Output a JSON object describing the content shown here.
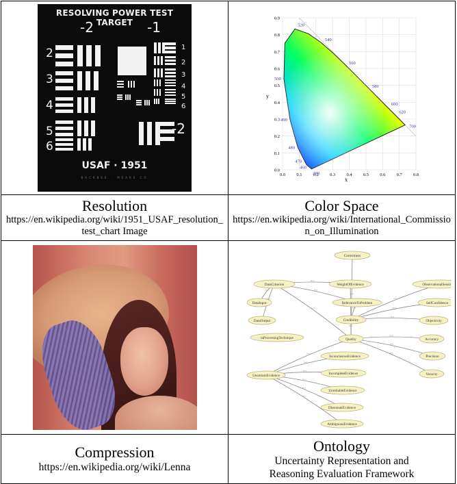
{
  "cells": [
    {
      "title": "Resolution",
      "url": "https://en.wikipedia.org/wiki/1951_USAF_resolution_test_chart Image"
    },
    {
      "title": "Color Space",
      "url": "https://en.wikipedia.org/wiki/International_Commission_on_Illumination"
    },
    {
      "title": "Compression",
      "url": "https://en.wikipedia.org/wiki/Lenna"
    },
    {
      "title": "Ontology",
      "url": "Uncertainty Representation and Reasoning Evaluation Framework"
    }
  ],
  "usaf": {
    "heading": "RESOLVING POWER TEST TARGET",
    "group_left": "-2",
    "group_right": "-1",
    "group_low": "-2",
    "left_numbers": [
      "2",
      "3",
      "4",
      "5",
      "6"
    ],
    "right_numbers": [
      "1",
      "2",
      "3",
      "4",
      "5",
      "6"
    ],
    "footer": "USAF · 1951",
    "maker": "BUCKBEE · MEARS CO"
  },
  "cie": {
    "y_ticks": [
      "0.0",
      "0.1",
      "0.2",
      "0.3",
      "0.4",
      "0.5",
      "0.6",
      "0.7",
      "0.8",
      "0.9"
    ],
    "x_ticks": [
      "0.0",
      "0.1",
      "0.2",
      "0.3",
      "0.4",
      "0.5",
      "0.6",
      "0.7",
      "0.8"
    ],
    "xlabel": "x",
    "ylabel": "y",
    "wavelengths": [
      "520",
      "540",
      "560",
      "580",
      "600",
      "620",
      "700",
      "500",
      "490",
      "480",
      "470",
      "460",
      "380"
    ]
  },
  "ontology": {
    "nodes": [
      "Correctness",
      "DataCriterion",
      "WeightOfEvidence",
      "ObservationalSensitivity",
      "DataInput",
      "RelevanceToProblem",
      "SelfConfidence",
      "DataOutput",
      "Credibility",
      "Objectivity",
      "taProcessingTechnique",
      "Quality",
      "Accuracy",
      "InconclusiveEvidence",
      "Precision",
      "IncompleteEvidence",
      "Veracity",
      "UncertainEvidence",
      "UnreliableEvidence",
      "DissonantEvidence",
      "AmbiguousEvidence"
    ],
    "edge_label": "is-a"
  },
  "colors": {
    "border": "#000000",
    "usaf_bg": "#0b0b0b",
    "ellipse_fill": "#f7f2c4",
    "ellipse_stroke": "#b8b07a",
    "cie_axis_text": "#3a3aa8"
  }
}
